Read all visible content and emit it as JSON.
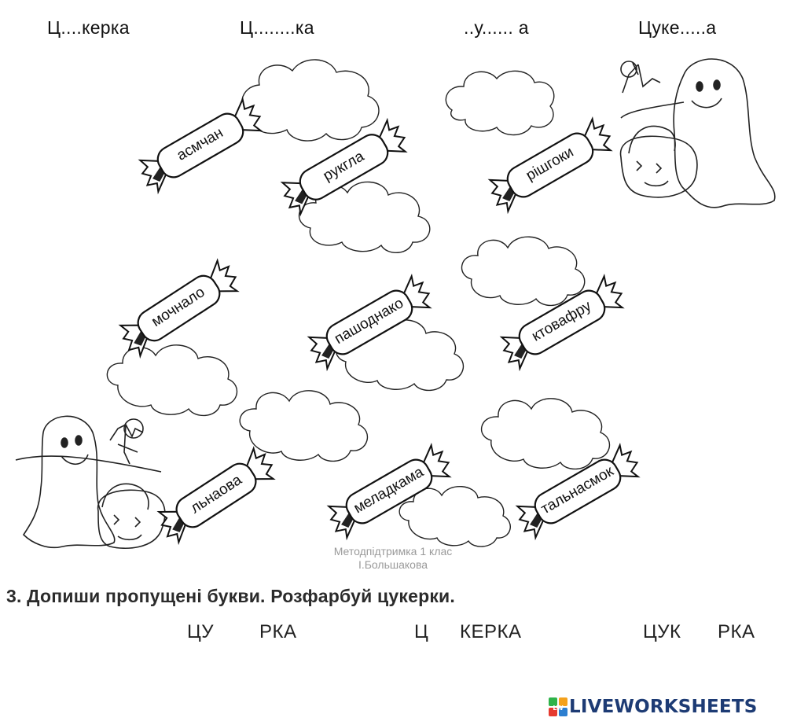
{
  "prompts": [
    "Ц....керка",
    "Ц........ка",
    "..у...... а",
    "Цуке.....а"
  ],
  "candies": [
    {
      "id": "1",
      "word": "асмчан"
    },
    {
      "id": "2",
      "word": "рукгла"
    },
    {
      "id": "3",
      "word": "рішгоки"
    },
    {
      "id": "4",
      "word": "мочнало"
    },
    {
      "id": "5",
      "word": "пашоднако"
    },
    {
      "id": "6",
      "word": "ктовафру"
    },
    {
      "id": "7",
      "word": "льнаова"
    },
    {
      "id": "8",
      "word": "меладкама"
    },
    {
      "id": "9",
      "word": "тальнасмок"
    }
  ],
  "watermark": {
    "line1": "Методпідтримка 1 клас",
    "line2": "І.Большакова"
  },
  "task_text": "3. Допиши пропущені букви. Розфарбуй цукерки.",
  "gaps": [
    {
      "left": "ЦУ",
      "right": "РКА"
    },
    {
      "left": "Ц",
      "right": "КЕРКА"
    },
    {
      "left": "ЦУК",
      "right": "РКА"
    }
  ],
  "logo": {
    "text": "LIVEWORKSHEETS",
    "badge_letters": "LW",
    "colors": [
      "#2eb34a",
      "#f4a11c",
      "#e63a30",
      "#2d7fd0"
    ]
  },
  "icons": [
    "cloud-icon",
    "candy-icon",
    "ghost-icon",
    "pumpkin-basket-icon",
    "tree-icon"
  ]
}
